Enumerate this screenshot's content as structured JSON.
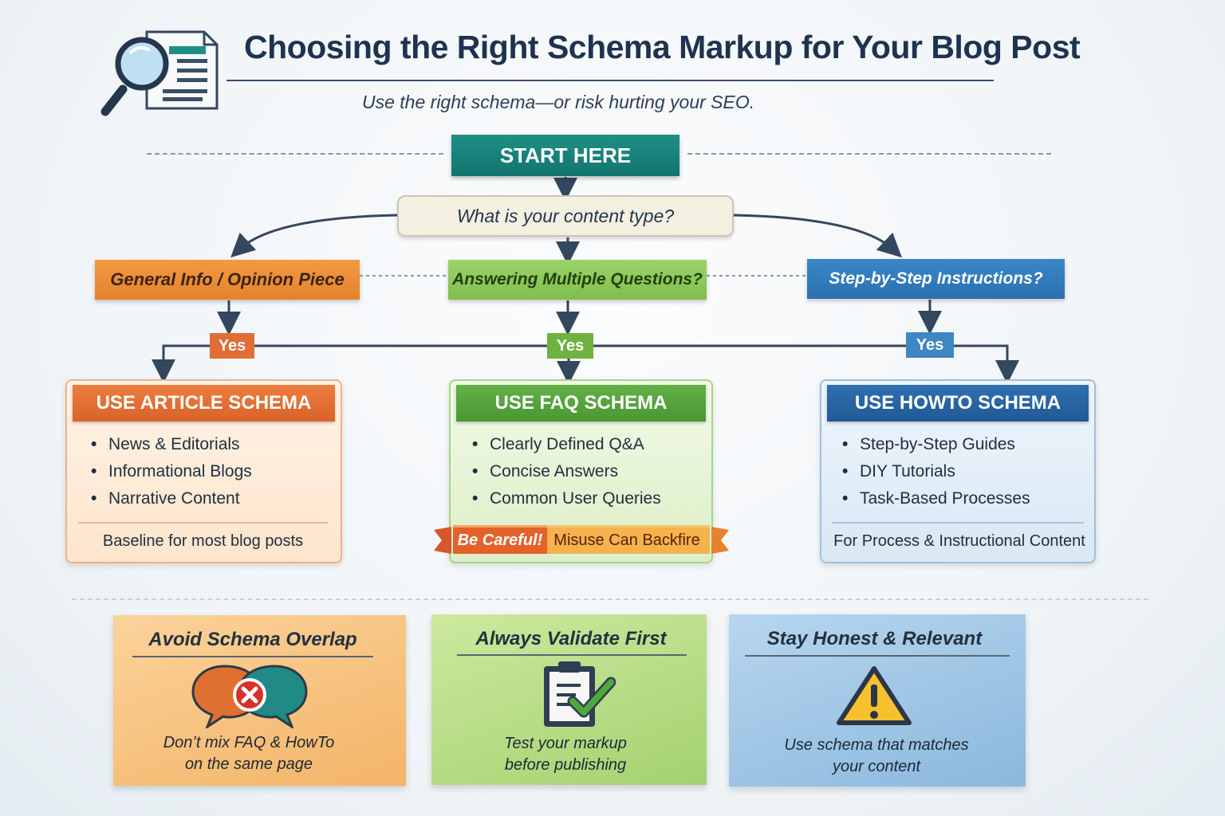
{
  "header": {
    "title": "Choosing the Right Schema Markup for Your Blog Post",
    "subtitle": "Use the right schema—or risk hurting your SEO."
  },
  "flow": {
    "start": "START HERE",
    "question": "What is your content type?",
    "branches": [
      {
        "label": "General Info / Opinion Piece",
        "answer": "Yes"
      },
      {
        "label": "Answering Multiple Questions?",
        "answer": "Yes"
      },
      {
        "label": "Step-by-Step Instructions?",
        "answer": "Yes"
      }
    ]
  },
  "cards": [
    {
      "title": "USE ARTICLE SCHEMA",
      "items": [
        "News & Editorials",
        "Informational Blogs",
        "Narrative Content"
      ],
      "footer": "Baseline for most blog posts"
    },
    {
      "title": "USE FAQ SCHEMA",
      "items": [
        "Clearly Defined Q&A",
        "Concise Answers",
        "Common User Queries"
      ],
      "warning_left": "Be Careful!",
      "warning_right": "Misuse Can Backfire"
    },
    {
      "title": "USE HOWTO SCHEMA",
      "items": [
        "Step-by-Step Guides",
        "DIY Tutorials",
        "Task-Based Processes"
      ],
      "footer": "For Process & Instructional Content"
    }
  ],
  "tips": [
    {
      "title": "Avoid Schema Overlap",
      "line1": "Don’t mix FAQ & HowTo",
      "line2": "on the same page",
      "icon": "no-overlap-icon"
    },
    {
      "title": "Always Validate First",
      "line1": "Test your markup",
      "line2": "before publishing",
      "icon": "clipboard-check-icon"
    },
    {
      "title": "Stay Honest & Relevant",
      "line1": "Use schema that matches",
      "line2": "your content",
      "icon": "warning-icon"
    }
  ],
  "colors": {
    "teal": "#12756e",
    "orange": "#e4822b",
    "green": "#7fbe4c",
    "blue": "#2a70b0",
    "navy": "#1e3350"
  }
}
